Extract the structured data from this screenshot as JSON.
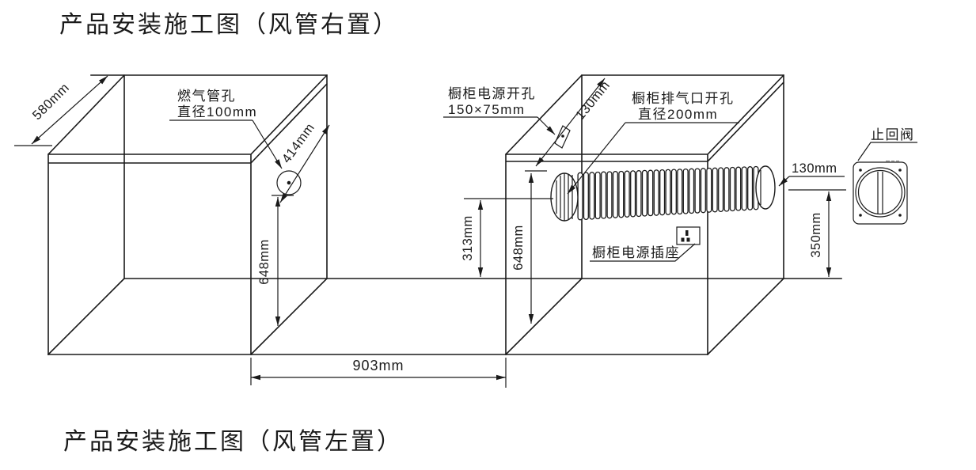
{
  "page": {
    "background": "#ffffff",
    "ink": "#1a1a1a"
  },
  "titles": {
    "top": "产品安装施工图（风管右置）",
    "bottom": "产品安装施工图（风管左置）"
  },
  "left_cabinet": {
    "depth_dim": "580mm",
    "gas_hole_label_line1": "燃气管孔",
    "gas_hole_label_line2": "直径100mm",
    "hole_offset_dim": "414mm",
    "hole_height_dim": "648mm"
  },
  "middle": {
    "width_dim": "903mm"
  },
  "right_cabinet": {
    "power_cutout_label_line1": "橱柜电源开孔",
    "power_cutout_label_line2": "150×75mm",
    "power_cutout_offset_dim": "130mm",
    "vent_cutout_label_line1": "橱柜排气口开孔",
    "vent_cutout_label_line2": "直径200mm",
    "duct_center_dim": "313mm",
    "vent_height_dim": "648mm",
    "socket_label": "橱柜电源插座"
  },
  "duct_outlet": {
    "protrusion_dim": "130mm",
    "height_dim": "350mm"
  },
  "check_valve": {
    "label": "止回阀"
  }
}
